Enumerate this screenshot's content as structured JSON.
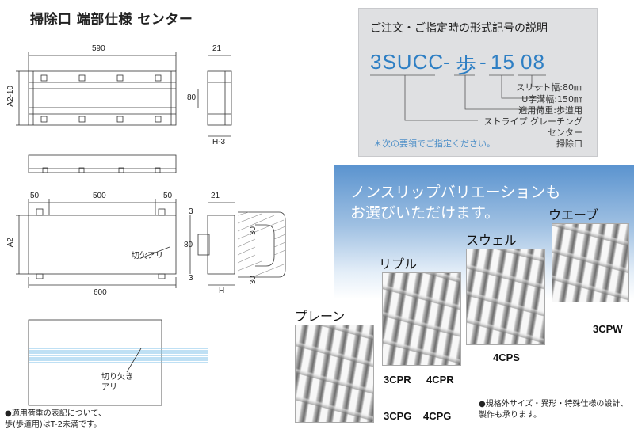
{
  "title": "掃除口 端部仕様 センター",
  "top_view": {
    "dim_width": "590",
    "dim_height": "A2-10"
  },
  "side_view_top": {
    "dim_top": "21",
    "dim_mid": "80",
    "dim_bottom": "H-3"
  },
  "bottom_view": {
    "dim_left": "50",
    "dim_center": "500",
    "dim_right": "50",
    "dim_height": "A2",
    "dim_total": "600",
    "label_notch": "切欠アリ"
  },
  "side_view_bottom": {
    "dim_top": "21",
    "dim_3a": "3",
    "dim_80": "80",
    "dim_3b": "3",
    "dim_h": "H",
    "dim_30a": "30",
    "dim_30b": "30"
  },
  "plan_detail": {
    "label_notch": "切り欠き\nアリ"
  },
  "spec": {
    "title": "ご注文・ご指定時の形式記号の説明",
    "code": {
      "p1": "3SUCC",
      "dash1": "-",
      "p2": "歩",
      "dash2": "-",
      "p3": "15",
      "p4": "08"
    },
    "legend": [
      "スリット幅:80㎜",
      "U字溝幅:150㎜",
      "適用荷重:歩道用",
      "ストライプ グレーチング",
      "センター",
      "掃除口"
    ],
    "note": "＊次の要領でご指定ください。"
  },
  "banner": {
    "line1": "ノンスリップバリエーションも",
    "line2": "お選びいただけます。"
  },
  "gratings": {
    "plain": {
      "label": "プレーン",
      "code1": "3CPG",
      "code2": "4CPG"
    },
    "ripple": {
      "label": "リプル",
      "code1": "3CPR",
      "code2": "4CPR"
    },
    "swell": {
      "label": "スウェル",
      "code": "4CPS"
    },
    "wave": {
      "label": "ウエーブ",
      "code": "3CPW"
    }
  },
  "footnote_left": {
    "line1": "●適用荷重の表記について、",
    "line2": "歩(歩道用)はT-2未満です。"
  },
  "footnote_right": {
    "line1": "●規格外サイズ・異形・特殊仕様の設計、",
    "line2": "製作も承ります。"
  }
}
